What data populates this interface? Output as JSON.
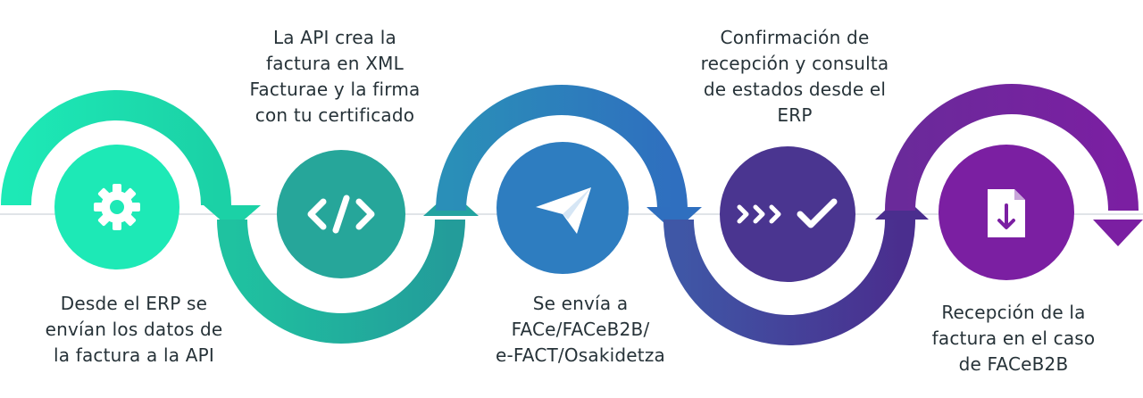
{
  "steps": [
    {
      "lines": [
        "Desde el ERP se",
        "envían los datos de",
        "la factura a la API"
      ],
      "icon": "gear-icon",
      "color": "#1DE9B6"
    },
    {
      "lines": [
        "La API crea la",
        "factura en XML",
        "Facturae y la firma",
        "con tu certificado"
      ],
      "icon": "code-icon",
      "color": "#26A69A"
    },
    {
      "lines": [
        "Se envía a",
        "FACe/FACeB2B/",
        "e-FACT/Osakidetza"
      ],
      "icon": "send-icon",
      "color": "#2E7DC0"
    },
    {
      "lines": [
        "Confirmación de",
        "recepción y consulta",
        "de estados desde el",
        "ERP"
      ],
      "icon": "check-progress-icon",
      "color": "#4A3590"
    },
    {
      "lines": [
        "Recepción de la",
        "factura en el caso",
        "de FACeB2B"
      ],
      "icon": "file-download-icon",
      "color": "#7B1FA2"
    }
  ]
}
